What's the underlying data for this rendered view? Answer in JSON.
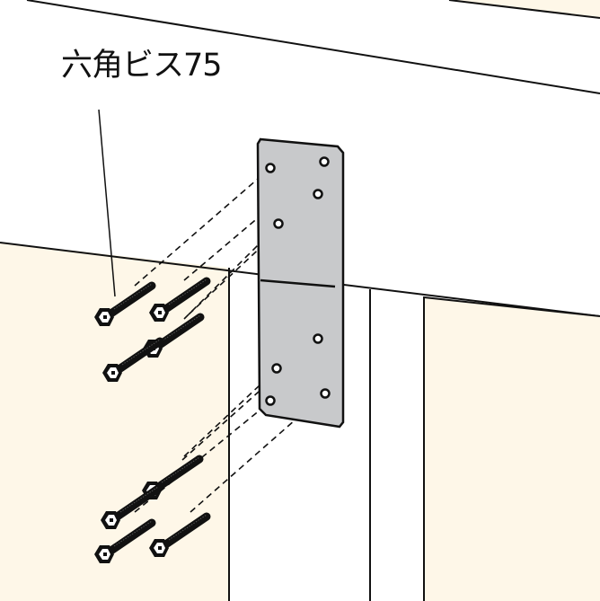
{
  "diagram": {
    "callout_label": "六角ビス75",
    "parts": {
      "screw_name": "六角ビス75",
      "screw_count": 8,
      "plate_hole_count": 8
    },
    "colors": {
      "wall_fill": "#fef7e8",
      "plate_fill": "#c8c9cb",
      "line": "#111111",
      "background": "#ffffff"
    }
  }
}
